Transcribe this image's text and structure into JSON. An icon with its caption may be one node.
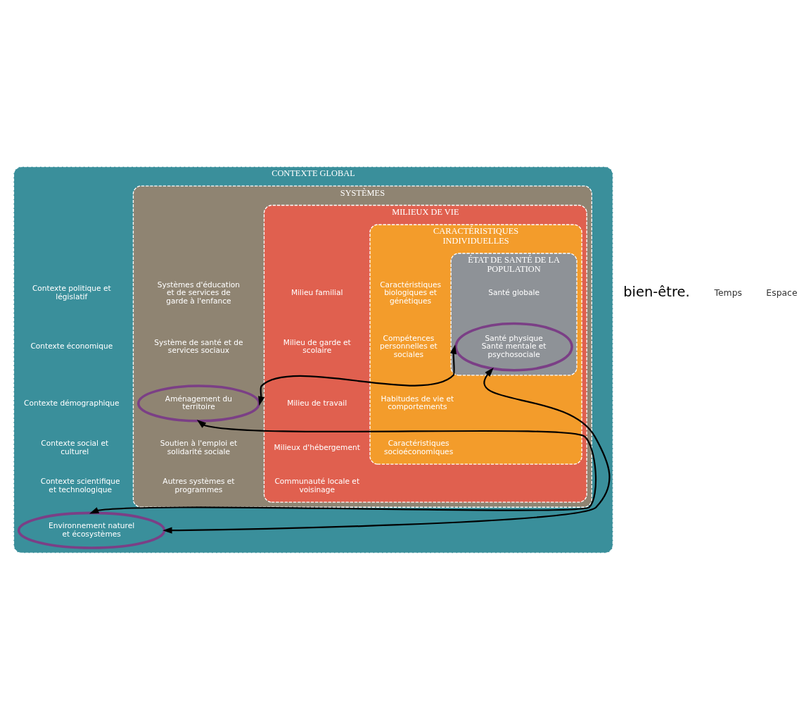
{
  "diagram": {
    "nodes": [
      {
        "text": [
          "CONTEXTE GLOBAL"
        ]
      },
      {
        "text": [
          "Contexte politique et législatif"
        ],
        "in": 0
      },
      {
        "text": [
          "Contexte économique"
        ],
        "in": 0
      },
      {
        "text": [
          "Contexte démographique"
        ],
        "in": 0
      },
      {
        "text": [
          "Contexte social et culturel"
        ],
        "in": 0
      },
      {
        "text": [
          "Contexte scientifique et technologique"
        ],
        "in": 0
      },
      {
        "text": [
          "Environnement naturel et écosystèmes"
        ],
        "in": 0
      },
      {
        "text": [
          "SYSTÈMES"
        ],
        "in": 0
      },
      {
        "text": [
          "Systèmes d'éducation et de services de garde à l'enfance"
        ],
        "in": 7
      },
      {
        "text": [
          "Système de santé et de services sociaux"
        ],
        "in": 7
      },
      {
        "text": [
          "Aménagement du territoire"
        ],
        "in": 7
      },
      {
        "text": [
          "Soutien à l'emploi et solidarité sociale"
        ],
        "in": 7
      },
      {
        "text": [
          "Autres systèmes et programmes"
        ],
        "in": 7
      },
      {
        "text": [
          "MILIEUX DE VIE"
        ],
        "in": 7
      },
      {
        "text": [
          "Milieu familial"
        ],
        "in": 13
      },
      {
        "text": [
          "Milieu de garde et scolaire"
        ],
        "in": 13
      },
      {
        "text": [
          "Milieu de travail"
        ],
        "in": 13
      },
      {
        "text": [
          "Milieux d'hébergement"
        ],
        "in": 13
      },
      {
        "text": [
          "Communauté locale et voisinage"
        ],
        "in": 13
      },
      {
        "text": [
          "CARACTÉRISTIQUES INDIVIDUELLES"
        ],
        "in": 13
      },
      {
        "text": [
          "Caractéristiques biologiques et génétiques"
        ],
        "in": 19
      },
      {
        "text": [
          "Compétences personnelles et sociales"
        ],
        "in": 19
      },
      {
        "text": [
          "Habitudes de vie et comportements"
        ],
        "in": 19
      },
      {
        "text": [
          "Caractéristiques socioéconomiques"
        ],
        "in": 19
      },
      {
        "text": [
          "ÉTAT DE SANTÉ DE LA POPULATION"
        ],
        "in": 19
      },
      {
        "text": [
          "Santé globale"
        ],
        "in": 24
      },
      {
        "text": [
          "Santé physique",
          "Santé mentale et psychosociale"
        ],
        "in": 24
      }
    ],
    "edges": [
      {
        "from": 10,
        "to": 26,
        "arrow": "both"
      },
      {
        "from": 10,
        "to": 6,
        "arrow": "both"
      },
      {
        "from": 6,
        "to": 26,
        "arrow": "both"
      }
    ],
    "labels": [
      "bien-être.",
      "Temps",
      "Espace"
    ]
  }
}
